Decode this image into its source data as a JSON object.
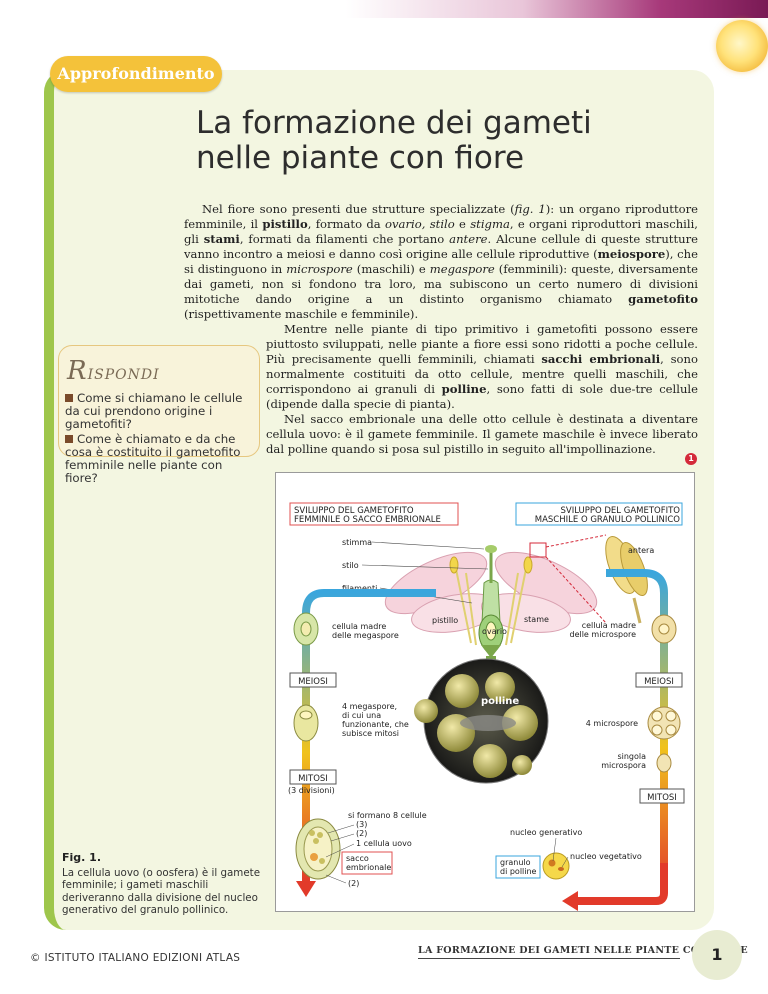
{
  "tag": "Approfondimento",
  "title": "La formazione dei gameti nelle piante con fiore",
  "paragraphs": {
    "p1": {
      "t1": "Nel fiore sono presenti due strutture specializzate (",
      "t2": "fig. 1",
      "t3": "): un organo riproduttore femminile, il ",
      "t4": "pistillo",
      "t5": ", formato da ",
      "t6": "ovario, stilo",
      "t7": " e ",
      "t8": "stigma",
      "t9": ", e organi riproduttori maschili, gli ",
      "t10": "stami",
      "t11": ", formati da filamenti che portano ",
      "t12": "antere",
      "t13": ". Alcune cellule di queste strutture vanno incontro a meiosi e danno così origine alle cellule riproduttive (",
      "t14": "meiospore",
      "t15": "), che si distinguono in ",
      "t16": "microspore",
      "t17": " (maschili) e ",
      "t18": "megaspore",
      "t19": " (femminili): queste, diversamente dai gameti, non si fondono tra loro, ma subiscono un certo numero di divisioni mitotiche dando origine a un distinto organismo chiamato ",
      "t20": "gametofito",
      "t21": " (rispettivamente maschile e femminile)."
    },
    "p2": {
      "t1": "Mentre nelle piante di tipo primitivo i gametofiti possono essere piuttosto sviluppati, nelle piante a fiore essi sono ridotti a poche cellule. Più precisamente quelli femminili, chiamati ",
      "t2": "sacchi embrionali",
      "t3": ", sono normalmente costituiti da otto cellule, mentre quelli maschili, che corrispondono ai granuli di ",
      "t4": "polline",
      "t5": ", sono fatti di sole due-tre cellule (dipende dalla specie di pianta)."
    },
    "p3": "Nel sacco embrionale una delle otto cellule è destinata a diventare cellula uovo: è il gamete femminile. Il gamete maschile è invece liberato dal polline quando si posa sul pistillo in seguito all'impollinazione."
  },
  "rispondi": {
    "cap": "R",
    "rest": "ISPONDI",
    "q1": "Come si chiamano le cellule da cui prendono origine i gametofiti?",
    "q2": "Come è chiamato e da che cosa è costituito il gametofito femminile nelle piante con fiore?"
  },
  "figure": {
    "badge": "1",
    "left_box": [
      "SVILUPPO DEL GAMETOFITO",
      "FEMMINILE O SACCO EMBRIONALE"
    ],
    "right_box": [
      "SVILUPPO DEL GAMETOFITO",
      "MASCHILE O GRANULO POLLINICO"
    ],
    "flower": {
      "stimma": "stimma",
      "stilo": "stilo",
      "filamenti": "filamenti",
      "antera": "antera",
      "pistillo": "pistillo",
      "ovario": "ovario",
      "stame": "stame"
    },
    "left": {
      "madre": [
        "cellula madre",
        "delle megaspore"
      ],
      "meiosi": "MEIOSI",
      "megaspore": [
        "4 megaspore,",
        "di cui una",
        "funzionante, che",
        "subisce mitosi"
      ],
      "mitosi": "MITOSI",
      "divisioni": "(3 divisioni)",
      "formano": "si formano 8 cellule",
      "n3": "(3)",
      "n2": "(2)",
      "uovo": "1 cellula uovo",
      "sacco": [
        "sacco",
        "embrionale"
      ],
      "n2b": "(2)"
    },
    "right": {
      "madre": [
        "cellula madre",
        "delle microspore"
      ],
      "meiosi": "MEIOSI",
      "microspore": "4 microspore",
      "singola": [
        "singola",
        "microspora"
      ],
      "mitosi": "MITOSI",
      "generativo": "nucleo generativo",
      "vegetativo": "nucleo vegetativo",
      "granulo": [
        "granulo",
        "di polline"
      ]
    },
    "polline": "polline"
  },
  "caption": {
    "label": "Fig. 1.",
    "text": "La cellula uovo (o oosfera) è il gamete femminile; i gameti maschili deriveranno dalla divisione del nucleo generativo del granulo pollinico."
  },
  "footer": {
    "copyright": "© ISTITUTO ITALIANO EDIZIONI ATLAS",
    "title": "LA FORMAZIONE DEI GAMETI NELLE PIANTE CON FIORE",
    "page": "1"
  },
  "colors": {
    "accent_green": "#9ec64b",
    "tag_yellow": "#f4c23a",
    "title_bar": "#a7397a",
    "arrow_blue": "#3aa6dd",
    "arrow_red": "#e23a2a"
  }
}
